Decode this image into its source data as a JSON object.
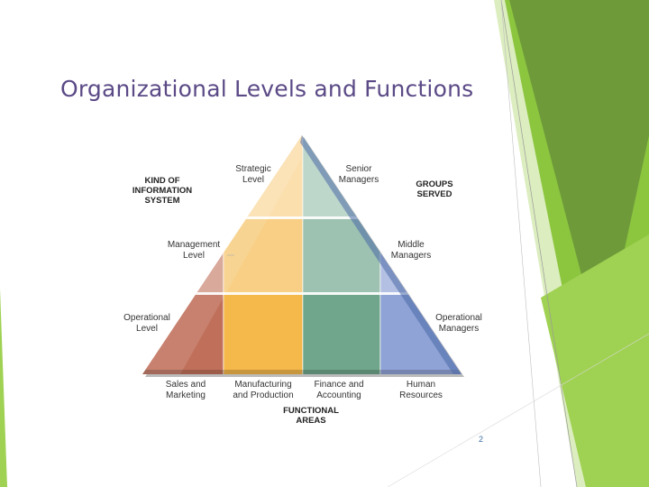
{
  "slide": {
    "title": "Organizational Levels and Functions",
    "page_number": "2"
  },
  "diagram": {
    "left_header": "KIND OF\nINFORMATION\nSYSTEM",
    "right_header": "GROUPS\nSERVED",
    "bottom_header": "FUNCTIONAL\nAREAS",
    "levels": [
      {
        "label": "Strategic\nLevel",
        "group": "Senior\nManagers"
      },
      {
        "label": "Management\nLevel",
        "group": "Middle\nManagers"
      },
      {
        "label": "Operational\nLevel",
        "group": "Operational\nManagers"
      }
    ],
    "functional_areas": [
      {
        "label": "Sales and\nMarketing",
        "color": "#c0705a"
      },
      {
        "label": "Manufacturing\nand Production",
        "color": "#f5b84a"
      },
      {
        "label": "Finance and\nAccounting",
        "color": "#6fa68c"
      },
      {
        "label": "Human\nResources",
        "color": "#8fa3d6"
      }
    ]
  },
  "colors": {
    "title": "#5b4a86",
    "accent_green_dark": "#5f8f2a",
    "accent_green": "#8cc63f",
    "accent_green_light": "#d8ebb8"
  }
}
